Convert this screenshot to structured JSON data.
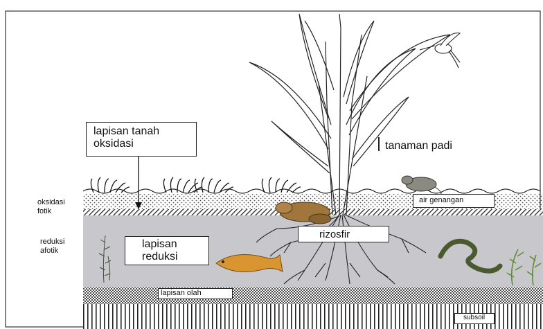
{
  "diagram": {
    "labels": {
      "oxidized_layer": "lapisan tanah\noksidasi",
      "rice_plant": "tanaman padi",
      "photic_oxidation": "oksidasi\nfotik",
      "aphotic_reduction": "reduksi\nafotik",
      "standing_water": "air genangan",
      "rhizosphere": "rizosfir",
      "reduction_layer": "lapisan\nreduksi",
      "plow_layer": "lapisan olah",
      "subsoil": "subsoil"
    },
    "colors": {
      "reduction_fill": "#c8c8cc",
      "line": "#222222",
      "dots": "#555555",
      "fish": "#d9952f",
      "frog": "#a0763c",
      "snake": "#4a5a2e",
      "weed": "#7ea04a",
      "rat": "#8a8a80"
    },
    "icons": [
      "hummingbird-icon",
      "rat-icon",
      "frog-icon",
      "fish-icon",
      "snake-icon",
      "aquatic-weed-icon",
      "water-fern-icon",
      "rice-plant-icon"
    ]
  }
}
